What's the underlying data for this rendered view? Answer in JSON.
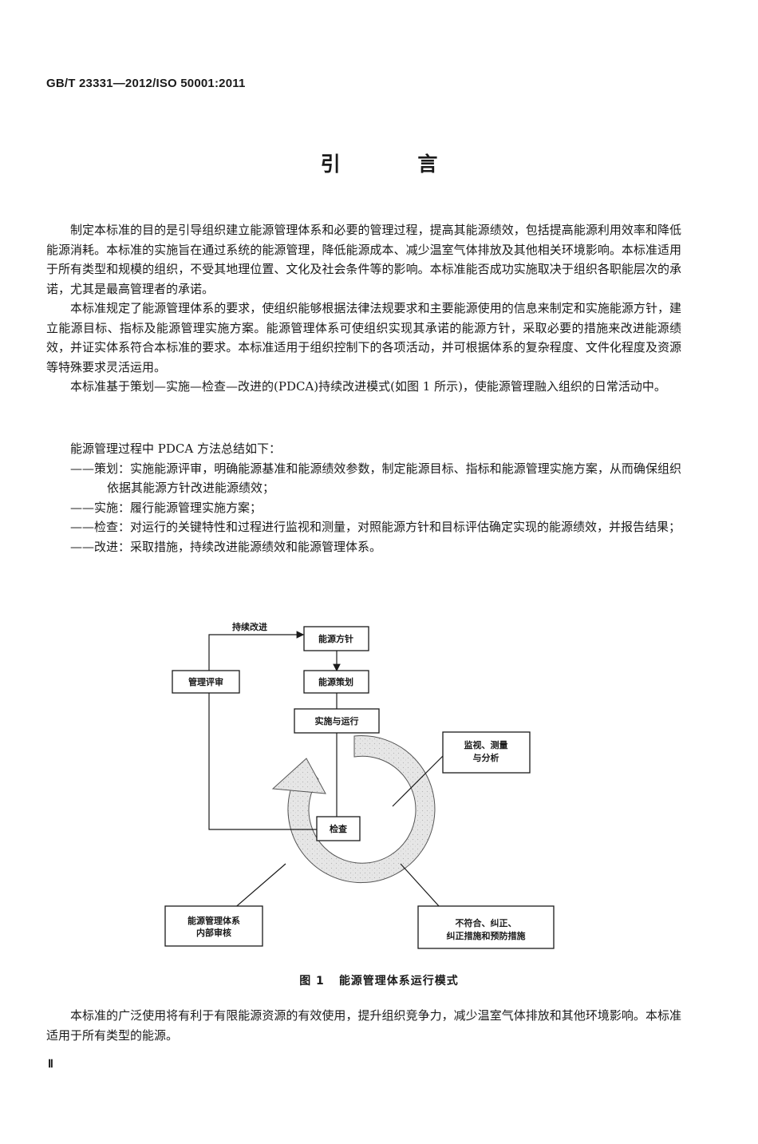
{
  "header": {
    "standard_code": "GB/T 23331—2012/ISO 50001:2011"
  },
  "title": "引 言",
  "paragraphs": [
    "制定本标准的目的是引导组织建立能源管理体系和必要的管理过程，提高其能源绩效，包括提高能源利用效率和降低能源消耗。本标准的实施旨在通过系统的能源管理，降低能源成本、减少温室气体排放及其他相关环境影响。本标准适用于所有类型和规模的组织，不受其地理位置、文化及社会条件等的影响。本标准能否成功实施取决于组织各职能层次的承诺，尤其是最高管理者的承诺。",
    "本标准规定了能源管理体系的要求，使组织能够根据法律法规要求和主要能源使用的信息来制定和实施能源方针，建立能源目标、指标及能源管理实施方案。能源管理体系可使组织实现其承诺的能源方针，采取必要的措施来改进能源绩效，并证实体系符合本标准的要求。本标准适用于组织控制下的各项活动，并可根据体系的复杂程度、文件化程度及资源等特殊要求灵活运用。",
    "本标准基于策划—实施—检查—改进的(PDCA)持续改进模式(如图 1 所示)，使能源管理融入组织的日常活动中。"
  ],
  "pdca": {
    "lead": "能源管理过程中 PDCA 方法总结如下：",
    "items": [
      "——策划：实施能源评审，明确能源基准和能源绩效参数，制定能源目标、指标和能源管理实施方案，从而确保组织依据其能源方针改进能源绩效；",
      "——实施：履行能源管理实施方案；",
      "——检查：对运行的关键特性和过程进行监视和测量，对照能源方针和目标评估确定实现的能源绩效，并报告结果；",
      "——改进：采取措施，持续改进能源绩效和能源管理体系。"
    ]
  },
  "figure": {
    "arrow_label": "持续改进",
    "boxes": {
      "policy": "能源方针",
      "planning": "能源策划",
      "implementation": "实施与运行",
      "review": "管理评审",
      "monitoring_line1": "监视、测量",
      "monitoring_line2": "与分析",
      "check": "检查",
      "audit_line1": "能源管理体系",
      "audit_line2": "内部审核",
      "nonconformity_line1": "不符合、纠正、",
      "nonconformity_line2": "纠正措施和预防措施"
    },
    "caption_number": "图 1",
    "caption_text": "能源管理体系运行模式"
  },
  "closing_paragraph": "本标准的广泛使用将有利于有限能源资源的有效使用，提升组织竞争力，减少温室气体排放和其他环境影响。本标准适用于所有类型的能源。",
  "page_number": "Ⅱ"
}
